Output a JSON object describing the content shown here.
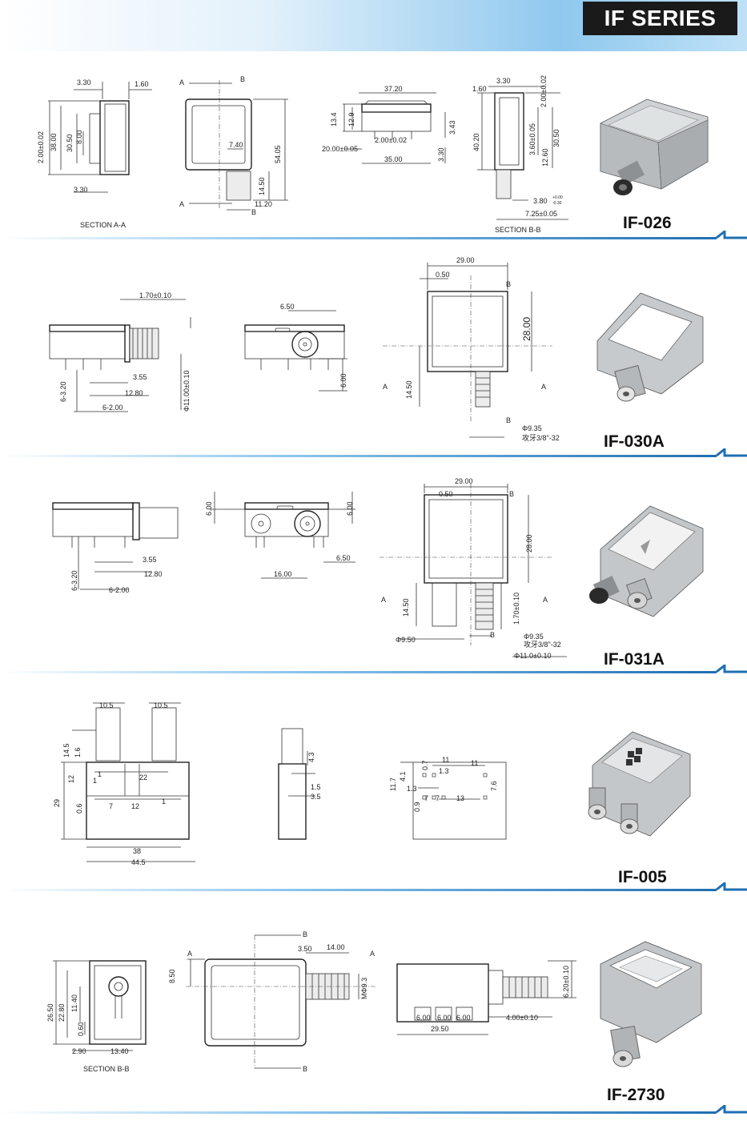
{
  "header": {
    "title": "IF SERIES"
  },
  "sections": [
    {
      "model": "IF-026",
      "dims": [
        "3.30",
        "1.60",
        "2.00±0.02",
        "38.00",
        "30.50",
        "8.00",
        "3.30",
        "7.40",
        "54.05",
        "14.50",
        "11.20",
        "37.20",
        "13.4",
        "12.9",
        "2.00±0.02",
        "3.43",
        "20.00±0.05",
        "35.00",
        "3.30",
        "1.60",
        "3.30",
        "2.00±0.02",
        "40.20",
        "3.60±0.05",
        "30.50",
        "12.60",
        "3.80",
        "+0.00",
        "-0.30",
        "7.25±0.05"
      ],
      "labels": [
        "SECTION A-A",
        "SECTION B-B",
        "A",
        "B",
        "A",
        "B"
      ]
    },
    {
      "model": "IF-030A",
      "dims": [
        "1.70±0.10",
        "3.55",
        "12.80",
        "6-3.20",
        "6-2.00",
        "Φ11.00±0.10",
        "6.50",
        "6.00",
        "29.00",
        "0.50",
        "28.00",
        "14.50",
        "Φ9.35",
        "攻牙3/8\"-32"
      ],
      "labels": [
        "A",
        "A",
        "B",
        "B"
      ]
    },
    {
      "model": "IF-031A",
      "dims": [
        "3.55",
        "12.80",
        "6-3.20",
        "6-2.00",
        "6.00",
        "6.00",
        "16.00",
        "6.50",
        "29.00",
        "0.50",
        "28.00",
        "14.50",
        "1.70±0.10",
        "Φ9.50",
        "Φ9.35",
        "攻牙3/8\"-32",
        "Φ11.0±0.10"
      ],
      "labels": [
        "A",
        "A",
        "B",
        "B"
      ]
    },
    {
      "model": "IF-005",
      "dims": [
        "10.5",
        "10.5",
        "14.5",
        "1.6",
        "12",
        "1",
        "1",
        "22",
        "29",
        "0.6",
        "7",
        "12",
        "1",
        "38",
        "44.5",
        "4.3",
        "1.5",
        "3.5",
        "0.7",
        "11",
        "11",
        "1.3",
        "11.7",
        "4.1",
        "7.6",
        "1.3",
        "7",
        "7",
        "13",
        "0.9"
      ],
      "labels": []
    },
    {
      "model": "IF-2730",
      "dims": [
        "26.50",
        "22.80",
        "11.40",
        "0.60",
        "2.90",
        "13.40",
        "8.50",
        "3.50",
        "14.00",
        "MΦ9.3",
        "6.00",
        "6.00",
        "6.00",
        "29.50",
        "6.20±0.10",
        "4.00±0.10"
      ],
      "labels": [
        "SECTION B-B",
        "A",
        "A",
        "B",
        "B"
      ]
    }
  ]
}
